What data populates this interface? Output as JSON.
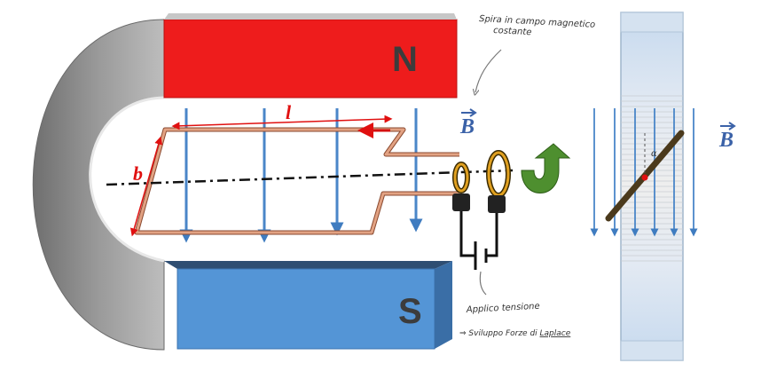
{
  "labels": {
    "north": "N",
    "south": "S",
    "length": "l",
    "width": "b",
    "field_main": "B",
    "field_side": "B",
    "angle": "α"
  },
  "notes": {
    "spira_line1": "Spira in campo magnetico",
    "spira_line2": "costante",
    "tensione": "Applico tensione",
    "forza_prefix": "⇒ Sviluppo Forze di ",
    "forza_emph": "Laplace"
  },
  "colors": {
    "north": "#ee1c1c",
    "south": "#5495d6",
    "magnet": "#8a8a8a",
    "coil": "#d99174",
    "field_lines": "#4a86c8",
    "dimension": "#e01010",
    "rotation_arrow": "#4e8f2f"
  }
}
